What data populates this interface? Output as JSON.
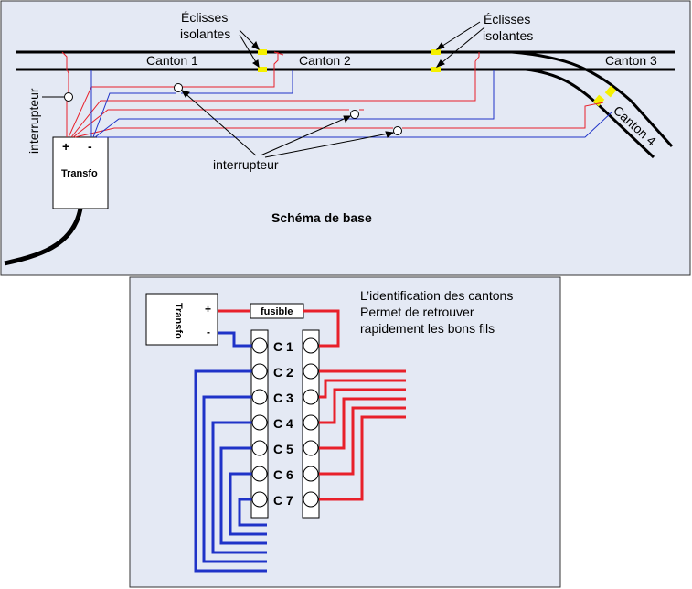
{
  "top_panel": {
    "background": "#e4e9f4",
    "title": "Schéma de base",
    "canton_labels": [
      "Canton 1",
      "Canton 2",
      "Canton 3",
      "Canton 4"
    ],
    "eclisses_label_line1": "Éclisses",
    "eclisses_label_line2": "isolantes",
    "interrupteur_left": "interrupteur",
    "interrupteur_center": "interrupteur",
    "transfo": {
      "label": "Transfo",
      "plus": "+",
      "minus": "-"
    }
  },
  "bottom_panel": {
    "background": "#e4e9f4",
    "note_line1": "L’identification des cantons",
    "note_line2": "Permet de retrouver",
    "note_line3": "rapidement les bons fils",
    "transfo": {
      "label": "Transfo",
      "plus": "+",
      "minus": "-"
    },
    "fuse_label": "fusible",
    "terminals": [
      "C 1",
      "C 2",
      "C 3",
      "C 4",
      "C 5",
      "C 6",
      "C 7"
    ]
  },
  "colors": {
    "red_wire": "#e8202a",
    "blue_wire": "#1f33c8",
    "rail": "#000000",
    "isolator": "#f5f000"
  }
}
